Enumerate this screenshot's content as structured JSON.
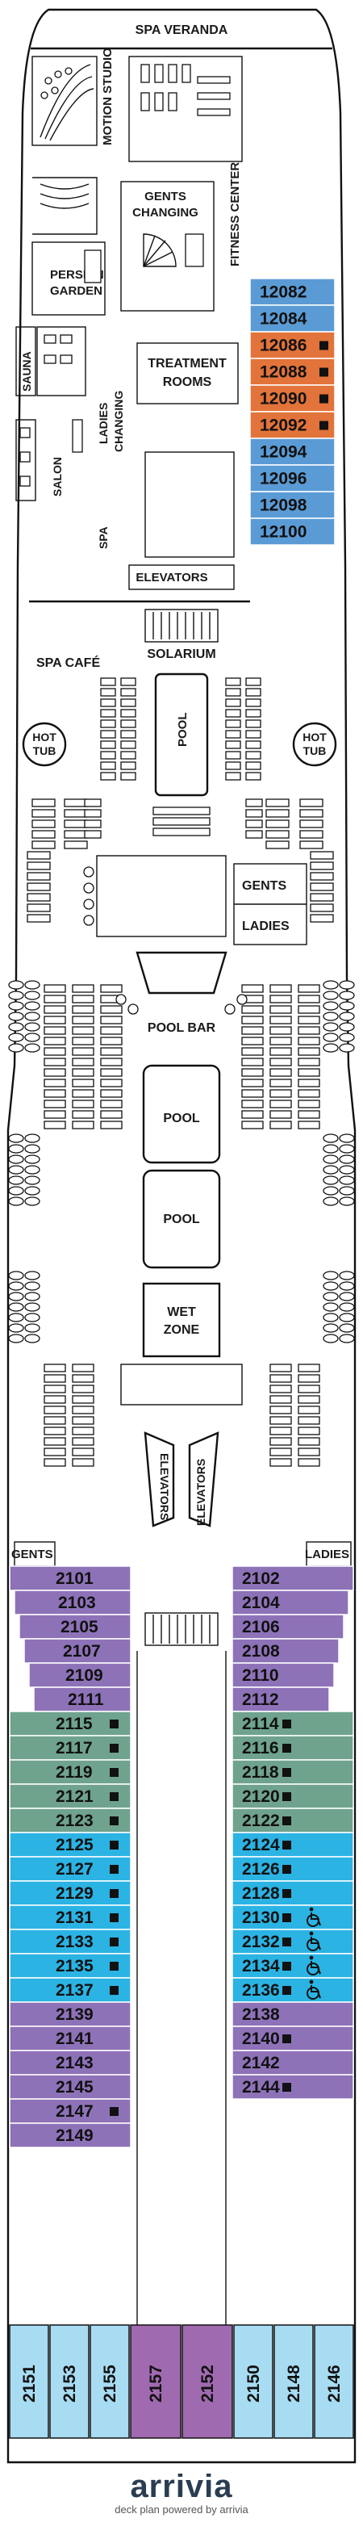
{
  "labels": {
    "spa_veranda": "SPA VERANDA",
    "motion_studio": "MOTION STUDIO",
    "fitness_center": "FITNESS CENTER",
    "gents_changing_1": "GENTS",
    "gents_changing_2": "CHANGING",
    "persian_1": "PERSIAN",
    "persian_2": "GARDEN",
    "treatment_1": "TREATMENT",
    "treatment_2": "ROOMS",
    "sauna": "SAUNA",
    "ladies_changing_1": "LADIES",
    "ladies_changing_2": "CHANGING",
    "salon": "SALON",
    "spa": "SPA",
    "elevators_fwd": "ELEVATORS",
    "spa_cafe": "SPA CAFÉ",
    "solarium": "SOLARIUM",
    "hot_tub_1": "HOT",
    "hot_tub_2": "TUB",
    "pool": "POOL",
    "gents": "GENTS",
    "ladies": "LADIES",
    "pool_bar": "POOL BAR",
    "wet_zone_1": "WET",
    "wet_zone_2": "ZONE",
    "elevators": "ELEVATORS"
  },
  "cabins_fwd": [
    {
      "num": "12082",
      "color": "#5b9bd5",
      "accessible": false,
      "square": false
    },
    {
      "num": "12084",
      "color": "#5b9bd5",
      "accessible": false,
      "square": false
    },
    {
      "num": "12086",
      "color": "#e2733a",
      "accessible": false,
      "square": true
    },
    {
      "num": "12088",
      "color": "#e2733a",
      "accessible": false,
      "square": true
    },
    {
      "num": "12090",
      "color": "#e2733a",
      "accessible": false,
      "square": true
    },
    {
      "num": "12092",
      "color": "#e2733a",
      "accessible": false,
      "square": true
    },
    {
      "num": "12094",
      "color": "#5b9bd5",
      "accessible": false,
      "square": false
    },
    {
      "num": "12096",
      "color": "#5b9bd5",
      "accessible": false,
      "square": false
    },
    {
      "num": "12098",
      "color": "#5b9bd5",
      "accessible": false,
      "square": false
    },
    {
      "num": "12100",
      "color": "#5b9bd5",
      "accessible": false,
      "square": false
    }
  ],
  "cabins_port": [
    {
      "num": "2101",
      "color": "#8e72b8",
      "square": false
    },
    {
      "num": "2103",
      "color": "#8e72b8",
      "square": false
    },
    {
      "num": "2105",
      "color": "#8e72b8",
      "square": false
    },
    {
      "num": "2107",
      "color": "#8e72b8",
      "square": false
    },
    {
      "num": "2109",
      "color": "#8e72b8",
      "square": false
    },
    {
      "num": "2111",
      "color": "#8e72b8",
      "square": false
    },
    {
      "num": "2115",
      "color": "#6fa38e",
      "square": true
    },
    {
      "num": "2117",
      "color": "#6fa38e",
      "square": true
    },
    {
      "num": "2119",
      "color": "#6fa38e",
      "square": true
    },
    {
      "num": "2121",
      "color": "#6fa38e",
      "square": true
    },
    {
      "num": "2123",
      "color": "#6fa38e",
      "square": true
    },
    {
      "num": "2125",
      "color": "#2bb3e3",
      "square": true
    },
    {
      "num": "2127",
      "color": "#2bb3e3",
      "square": true
    },
    {
      "num": "2129",
      "color": "#2bb3e3",
      "square": true
    },
    {
      "num": "2131",
      "color": "#2bb3e3",
      "square": true
    },
    {
      "num": "2133",
      "color": "#2bb3e3",
      "square": true
    },
    {
      "num": "2135",
      "color": "#2bb3e3",
      "square": true
    },
    {
      "num": "2137",
      "color": "#2bb3e3",
      "square": true
    },
    {
      "num": "2139",
      "color": "#8e72b8",
      "square": false
    },
    {
      "num": "2141",
      "color": "#8e72b8",
      "square": false
    },
    {
      "num": "2143",
      "color": "#8e72b8",
      "square": false
    },
    {
      "num": "2145",
      "color": "#8e72b8",
      "square": false
    },
    {
      "num": "2147",
      "color": "#8e72b8",
      "square": true
    },
    {
      "num": "2149",
      "color": "#8e72b8",
      "square": false
    }
  ],
  "cabins_stbd": [
    {
      "num": "2102",
      "color": "#8e72b8",
      "square": false
    },
    {
      "num": "2104",
      "color": "#8e72b8",
      "square": false
    },
    {
      "num": "2106",
      "color": "#8e72b8",
      "square": false
    },
    {
      "num": "2108",
      "color": "#8e72b8",
      "square": false
    },
    {
      "num": "2110",
      "color": "#8e72b8",
      "square": false
    },
    {
      "num": "2112",
      "color": "#8e72b8",
      "square": false
    },
    {
      "num": "2114",
      "color": "#6fa38e",
      "square": true
    },
    {
      "num": "2116",
      "color": "#6fa38e",
      "square": true
    },
    {
      "num": "2118",
      "color": "#6fa38e",
      "square": true
    },
    {
      "num": "2120",
      "color": "#6fa38e",
      "square": true
    },
    {
      "num": "2122",
      "color": "#6fa38e",
      "square": true
    },
    {
      "num": "2124",
      "color": "#2bb3e3",
      "square": true
    },
    {
      "num": "2126",
      "color": "#2bb3e3",
      "square": true
    },
    {
      "num": "2128",
      "color": "#2bb3e3",
      "square": true
    },
    {
      "num": "2130",
      "color": "#2bb3e3",
      "square": true,
      "accessible": true
    },
    {
      "num": "2132",
      "color": "#2bb3e3",
      "square": true,
      "accessible": true
    },
    {
      "num": "2134",
      "color": "#2bb3e3",
      "square": true,
      "accessible": true
    },
    {
      "num": "2136",
      "color": "#2bb3e3",
      "square": true,
      "accessible": true
    },
    {
      "num": "2138",
      "color": "#8e72b8",
      "square": false
    },
    {
      "num": "2140",
      "color": "#8e72b8",
      "square": true
    },
    {
      "num": "2142",
      "color": "#8e72b8",
      "square": false
    },
    {
      "num": "2144",
      "color": "#8e72b8",
      "square": true
    }
  ],
  "cabins_aft": [
    {
      "num": "2151",
      "color": "#a8dcf2",
      "square": false
    },
    {
      "num": "2153",
      "color": "#a8dcf2",
      "square": false
    },
    {
      "num": "2155",
      "color": "#a8dcf2",
      "square": false
    },
    {
      "num": "2157",
      "color": "#a06ab0",
      "square": false
    },
    {
      "num": "2152",
      "color": "#a06ab0",
      "square": false
    },
    {
      "num": "2150",
      "color": "#a8dcf2",
      "square": false
    },
    {
      "num": "2148",
      "color": "#a8dcf2",
      "square": false
    },
    {
      "num": "2146",
      "color": "#a8dcf2",
      "square": false
    }
  ],
  "footer": {
    "brand": "arrivia",
    "credit": "deck plan powered by arrivia"
  }
}
